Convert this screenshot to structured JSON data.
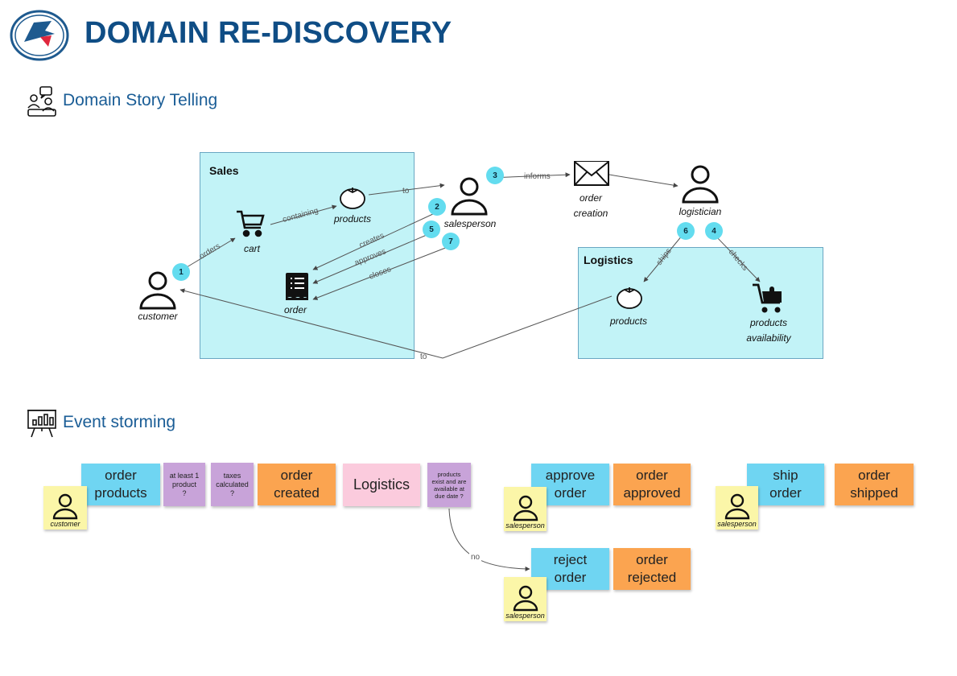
{
  "header": {
    "title": "DOMAIN RE-DISCOVERY"
  },
  "sections": {
    "story": {
      "title": "Domain Story Telling"
    },
    "events": {
      "title": "Event storming"
    }
  },
  "story": {
    "contexts": {
      "sales": "Sales",
      "logistics": "Logistics"
    },
    "nodes": {
      "customer": "customer",
      "cart": "cart",
      "products_sales": "products",
      "order": "order",
      "salesperson": "salesperson",
      "order_creation_1": "order",
      "order_creation_2": "creation",
      "logistician": "logistician",
      "products_logistics": "products",
      "availability_1": "products",
      "availability_2": "availability"
    },
    "edges": {
      "orders": "orders",
      "containing": "containing",
      "to1": "to",
      "creates": "creates",
      "approves": "approves",
      "closes": "closes",
      "informs": "informs",
      "ships": "ships",
      "checks": "checks",
      "to2": "to"
    },
    "steps": [
      "1",
      "2",
      "3",
      "4",
      "5",
      "6",
      "7"
    ]
  },
  "events": {
    "row1": {
      "actor_customer": "customer",
      "command_order": "order\nproducts",
      "policy_products": "at least 1\nproduct\n?",
      "policy_taxes": "taxes\ncalculated\n?",
      "event_created": "order\ncreated",
      "context_logistics": "Logistics",
      "policy_exist": "products\nexist and are\navailable at\ndue date ?",
      "actor_sales1": "salesperson",
      "command_approve": "approve\norder",
      "event_approved": "order\napproved",
      "actor_sales2": "salesperson",
      "command_ship": "ship\norder",
      "event_shipped": "order\nshipped"
    },
    "row2": {
      "branch_label": "no",
      "actor_sales3": "salesperson",
      "command_reject": "reject\norder",
      "event_rejected": "order\nrejected"
    }
  }
}
